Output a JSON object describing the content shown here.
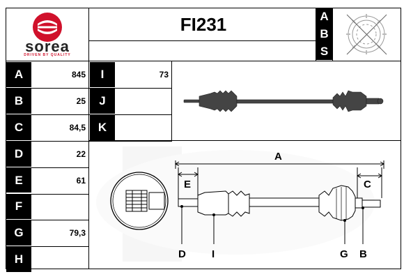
{
  "brand": {
    "name": "sorea",
    "tagline": "DRIVEN BY QUALITY",
    "color": "#d0112b"
  },
  "product_code": "FI231",
  "abs_letters": [
    "A",
    "B",
    "S"
  ],
  "dimensions_left": [
    {
      "label": "A",
      "value": "845"
    },
    {
      "label": "B",
      "value": "25"
    },
    {
      "label": "C",
      "value": "84,5"
    },
    {
      "label": "D",
      "value": "22"
    },
    {
      "label": "E",
      "value": "61"
    },
    {
      "label": "F",
      "value": ""
    },
    {
      "label": "G",
      "value": "79,3"
    },
    {
      "label": "H",
      "value": ""
    }
  ],
  "dimensions_right": [
    {
      "label": "I",
      "value": "73"
    },
    {
      "label": "J",
      "value": ""
    },
    {
      "label": "K",
      "value": ""
    }
  ],
  "diagram_labels": {
    "A": "A",
    "E": "E",
    "C": "C",
    "D": "D",
    "I": "I",
    "G": "G",
    "B": "B"
  }
}
